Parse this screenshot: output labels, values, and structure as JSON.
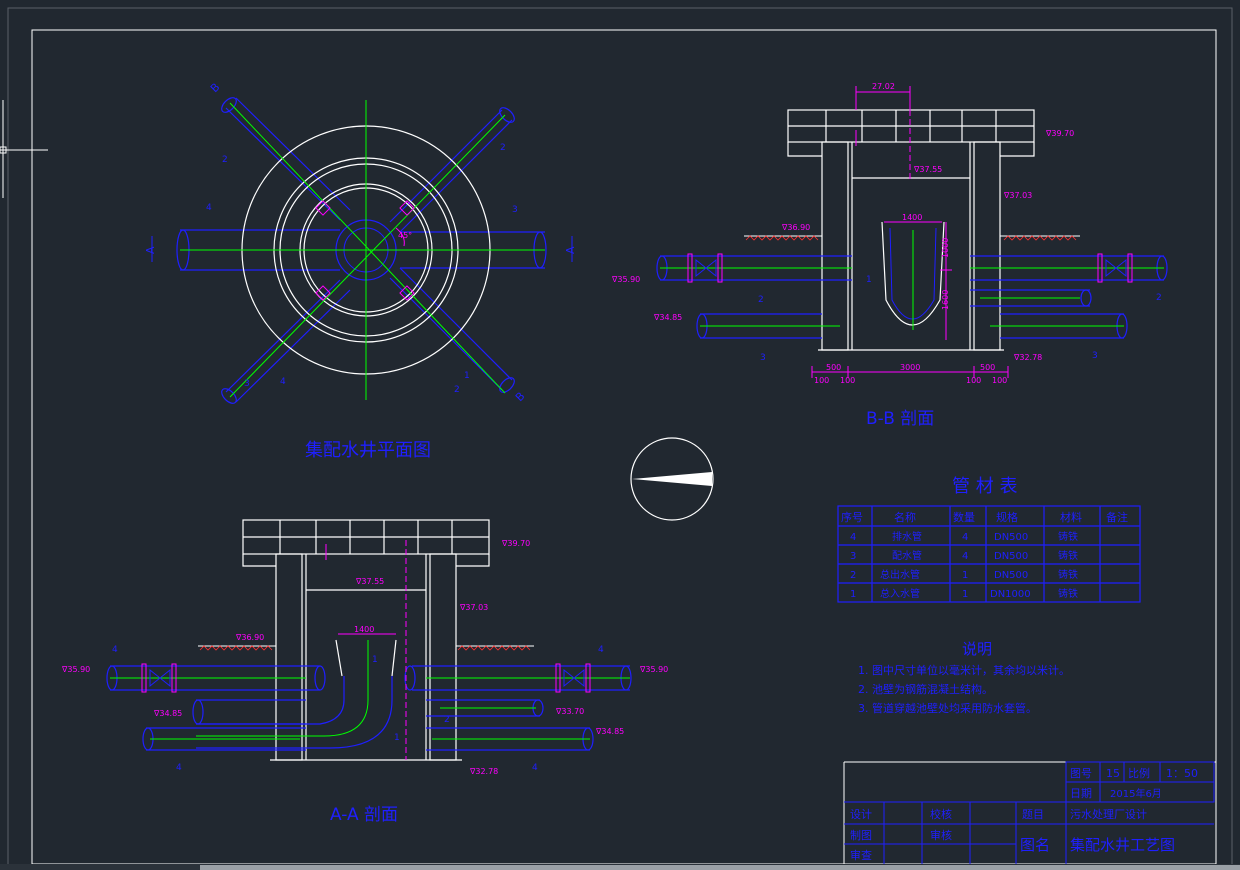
{
  "colors": {
    "background": "#212830",
    "frame": "#ffffff",
    "blue": "#1f1fff",
    "green": "#00ff00",
    "magenta": "#ff00ff",
    "white": "#ffffff",
    "red": "#ff3030"
  },
  "plan_view": {
    "title": "集配水井平面图",
    "section_marks": [
      "B",
      "B",
      "A",
      "A"
    ],
    "pipe_labels": [
      "2",
      "2",
      "4",
      "3",
      "3",
      "4",
      "2",
      "1"
    ],
    "angle_label": "45°"
  },
  "section_bb": {
    "title": "B-B  剖面",
    "top_width": "27.02",
    "el_top": "∇39.70",
    "el_water": "∇37.55",
    "el_water_right": "∇37.03",
    "el_ground": "∇36.90",
    "el_pipe_left": "∇35.90",
    "el_lower_left": "∇34.85",
    "el_bottom": "∇32.78",
    "dim_bell_width": "1400",
    "dim_upper": "1000",
    "dim_lower": "1600",
    "dims_bottom": [
      "500",
      "3000",
      "500"
    ],
    "dims_bottom2": [
      "100",
      "100",
      "100",
      "100"
    ],
    "pipe_labels": [
      "2",
      "2",
      "3",
      "3",
      "1"
    ]
  },
  "section_aa": {
    "title": "A-A  剖面",
    "el_top": "∇39.70",
    "el_water": "∇37.55",
    "el_water_right": "∇37.03",
    "el_ground": "∇36.90",
    "el_pipe_left": "∇35.90",
    "el_pipe_right": "∇35.90",
    "el_lower_left": "∇34.85",
    "el_lower_right": "∇34.85",
    "el_bottom_right": "∇33.70",
    "el_bottom": "∇32.78",
    "dim_bell_width": "1400",
    "pipe_labels": [
      "4",
      "4",
      "4",
      "4",
      "1",
      "2",
      "1"
    ]
  },
  "material_table": {
    "title": "管 材 表",
    "headers": [
      "序号",
      "名称",
      "数量",
      "规格",
      "材料",
      "备注"
    ],
    "rows": [
      [
        "4",
        "排水管",
        "4",
        "DN500",
        "铸铁",
        ""
      ],
      [
        "3",
        "配水管",
        "4",
        "DN500",
        "铸铁",
        ""
      ],
      [
        "2",
        "总出水管",
        "1",
        "DN500",
        "铸铁",
        ""
      ],
      [
        "1",
        "总入水管",
        "1",
        "DN1000",
        "铸铁",
        ""
      ]
    ]
  },
  "notes": {
    "title": "说明",
    "items": [
      "1. 图中尺寸单位以毫米计，其余均以米计。",
      "2. 池壁为钢筋混凝土结构。",
      "3. 管道穿越池壁处均采用防水套管。"
    ]
  },
  "title_block": {
    "drawing_no_label": "图号",
    "drawing_no": "15",
    "scale_label": "比例",
    "scale": "1：50",
    "date_label": "日期",
    "date": "2015年6月",
    "design_label": "设计",
    "check_label": "校核",
    "draw_label": "制图",
    "review_label": "审核",
    "audit_label": "审查",
    "project_label": "题目",
    "project": "污水处理厂设计",
    "figure_label": "图名",
    "figure": "集配水井工艺图"
  }
}
